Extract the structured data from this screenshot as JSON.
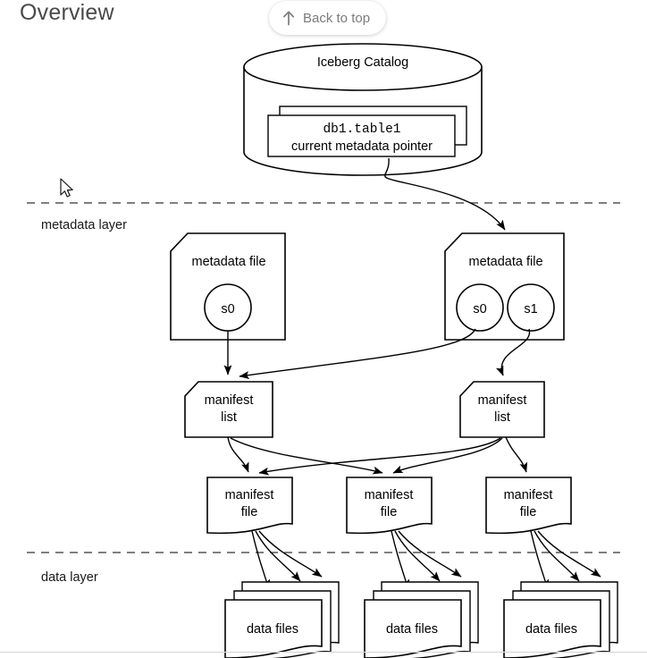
{
  "page": {
    "title": "Overview",
    "back_to_top": {
      "label": "Back to top",
      "icon": "arrow-up-icon"
    }
  },
  "diagram": {
    "catalog": {
      "label": "Iceberg Catalog",
      "pointer_box": {
        "table_name": "db1.table1",
        "caption": "current metadata pointer"
      }
    },
    "layers": [
      {
        "id": "metadata",
        "label": "metadata layer"
      },
      {
        "id": "data",
        "label": "data layer"
      }
    ],
    "metadata_files": [
      {
        "label": "metadata file",
        "snapshots": [
          "s0"
        ]
      },
      {
        "label": "metadata file",
        "snapshots": [
          "s0",
          "s1"
        ]
      }
    ],
    "manifest_lists": [
      {
        "line1": "manifest",
        "line2": "list"
      },
      {
        "line1": "manifest",
        "line2": "list"
      }
    ],
    "manifest_files": [
      {
        "line1": "manifest",
        "line2": "file"
      },
      {
        "line1": "manifest",
        "line2": "file"
      },
      {
        "line1": "manifest",
        "line2": "file"
      }
    ],
    "data_file_stacks": [
      {
        "label": "data files"
      },
      {
        "label": "data files"
      },
      {
        "label": "data files"
      }
    ]
  },
  "colors": {
    "stroke": "#000000",
    "background": "#ffffff",
    "title_text": "#4a4a4a",
    "button_text": "#7b7b7b",
    "dashed_line": "#555555",
    "bottom_rule": "#d8d8d8"
  }
}
